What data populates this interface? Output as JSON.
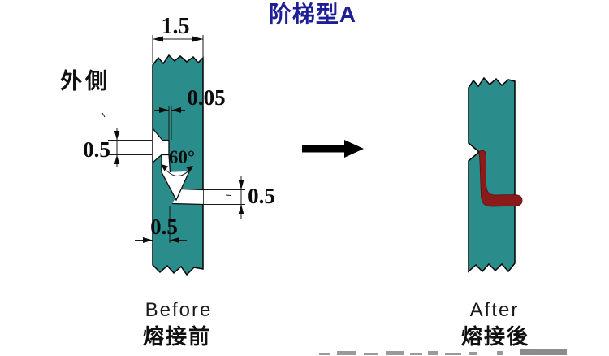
{
  "title": {
    "text": "阶梯型A",
    "color": "#1E1E96"
  },
  "palette": {
    "material": "#2B8C8C",
    "weld": "#8B1A1A",
    "outline": "#000000",
    "background": "#FFFFFF"
  },
  "before": {
    "label_en": "Before",
    "label_zh": "熔接前",
    "outside_label": "外側",
    "dims": {
      "top_width": "1.5",
      "root_gap": "0.05",
      "left_step": "0.5",
      "groove_angle": "60°",
      "right_step": "0.5",
      "bottom_step": "0.5"
    }
  },
  "after": {
    "label_en": "After",
    "label_zh": "熔接後"
  }
}
